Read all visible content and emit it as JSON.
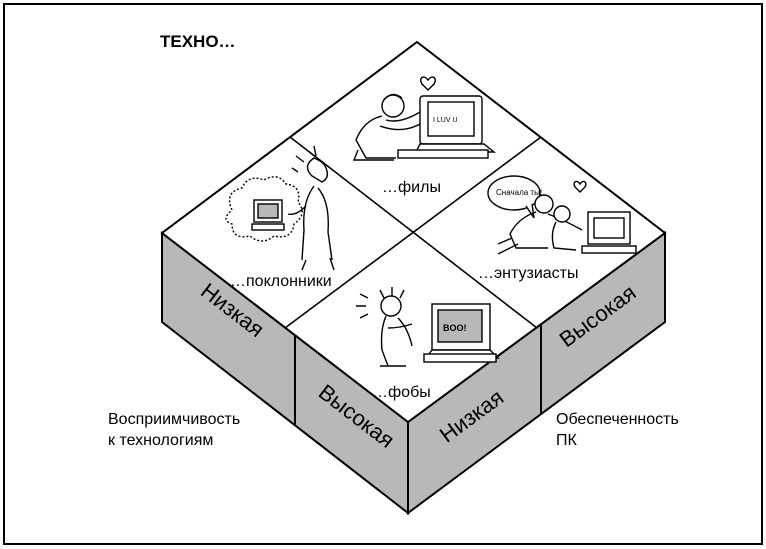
{
  "title": "ТЕХНО…",
  "quadrants": {
    "top": "…филы",
    "left": "…поклонники",
    "right": "…энтузиасты",
    "bottom": "…фобы"
  },
  "axes": {
    "left_axis_label_line1": "Восприимчивость",
    "left_axis_label_line2": "к технологиям",
    "right_axis_label_line1": "Обеспеченность",
    "right_axis_label_line2": "ПК",
    "left_side_low": "Низкая",
    "left_side_high": "Высокая",
    "right_side_low": "Низкая",
    "right_side_high": "Высокая"
  },
  "cartoon_texts": {
    "monitor_top": "I LUV U",
    "speech_right": "Сначала ты!",
    "monitor_bottom": "BOO!"
  },
  "colors": {
    "side_fill": "#b8b8b8",
    "top_fill": "#ffffff",
    "line": "#000000"
  },
  "icons": {
    "heart": "heart-icon",
    "computer": "computer-icon",
    "person": "person-icon"
  }
}
